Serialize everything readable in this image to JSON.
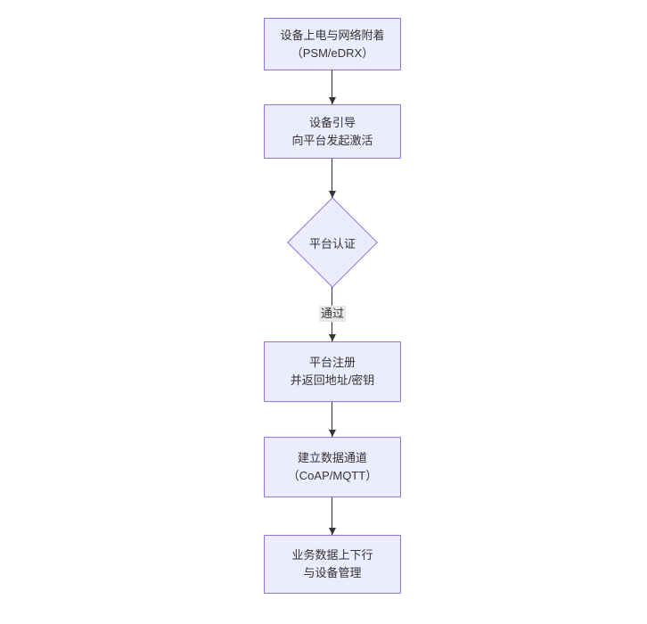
{
  "diagram": {
    "type": "flowchart",
    "direction": "top-down",
    "nodes": [
      {
        "id": "power_attach",
        "shape": "rect",
        "lines": [
          "设备上电与网络附着",
          "（PSM/eDRX）"
        ]
      },
      {
        "id": "bootstrap",
        "shape": "rect",
        "lines": [
          "设备引导",
          "向平台发起激活"
        ]
      },
      {
        "id": "platform_auth",
        "shape": "diamond",
        "lines": [
          "平台认证"
        ]
      },
      {
        "id": "platform_register",
        "shape": "rect",
        "lines": [
          "平台注册",
          "并返回地址/密钥"
        ]
      },
      {
        "id": "data_channel",
        "shape": "rect",
        "lines": [
          "建立数据通道",
          "（CoAP/MQTT）"
        ]
      },
      {
        "id": "business_data",
        "shape": "rect",
        "lines": [
          "业务数据上下行",
          "与设备管理"
        ]
      }
    ],
    "edges": [
      {
        "from": "power_attach",
        "to": "bootstrap",
        "label": ""
      },
      {
        "from": "bootstrap",
        "to": "platform_auth",
        "label": ""
      },
      {
        "from": "platform_auth",
        "to": "platform_register",
        "label": "通过"
      },
      {
        "from": "platform_register",
        "to": "data_channel",
        "label": ""
      },
      {
        "from": "data_channel",
        "to": "business_data",
        "label": ""
      }
    ],
    "colors": {
      "node_fill": "#ECECFF",
      "node_border": "#9370DB",
      "node_text": "#333333",
      "arrow": "#333333",
      "edge_label_bg": "#e8e8e8",
      "canvas_bg": "#ffffff"
    }
  }
}
